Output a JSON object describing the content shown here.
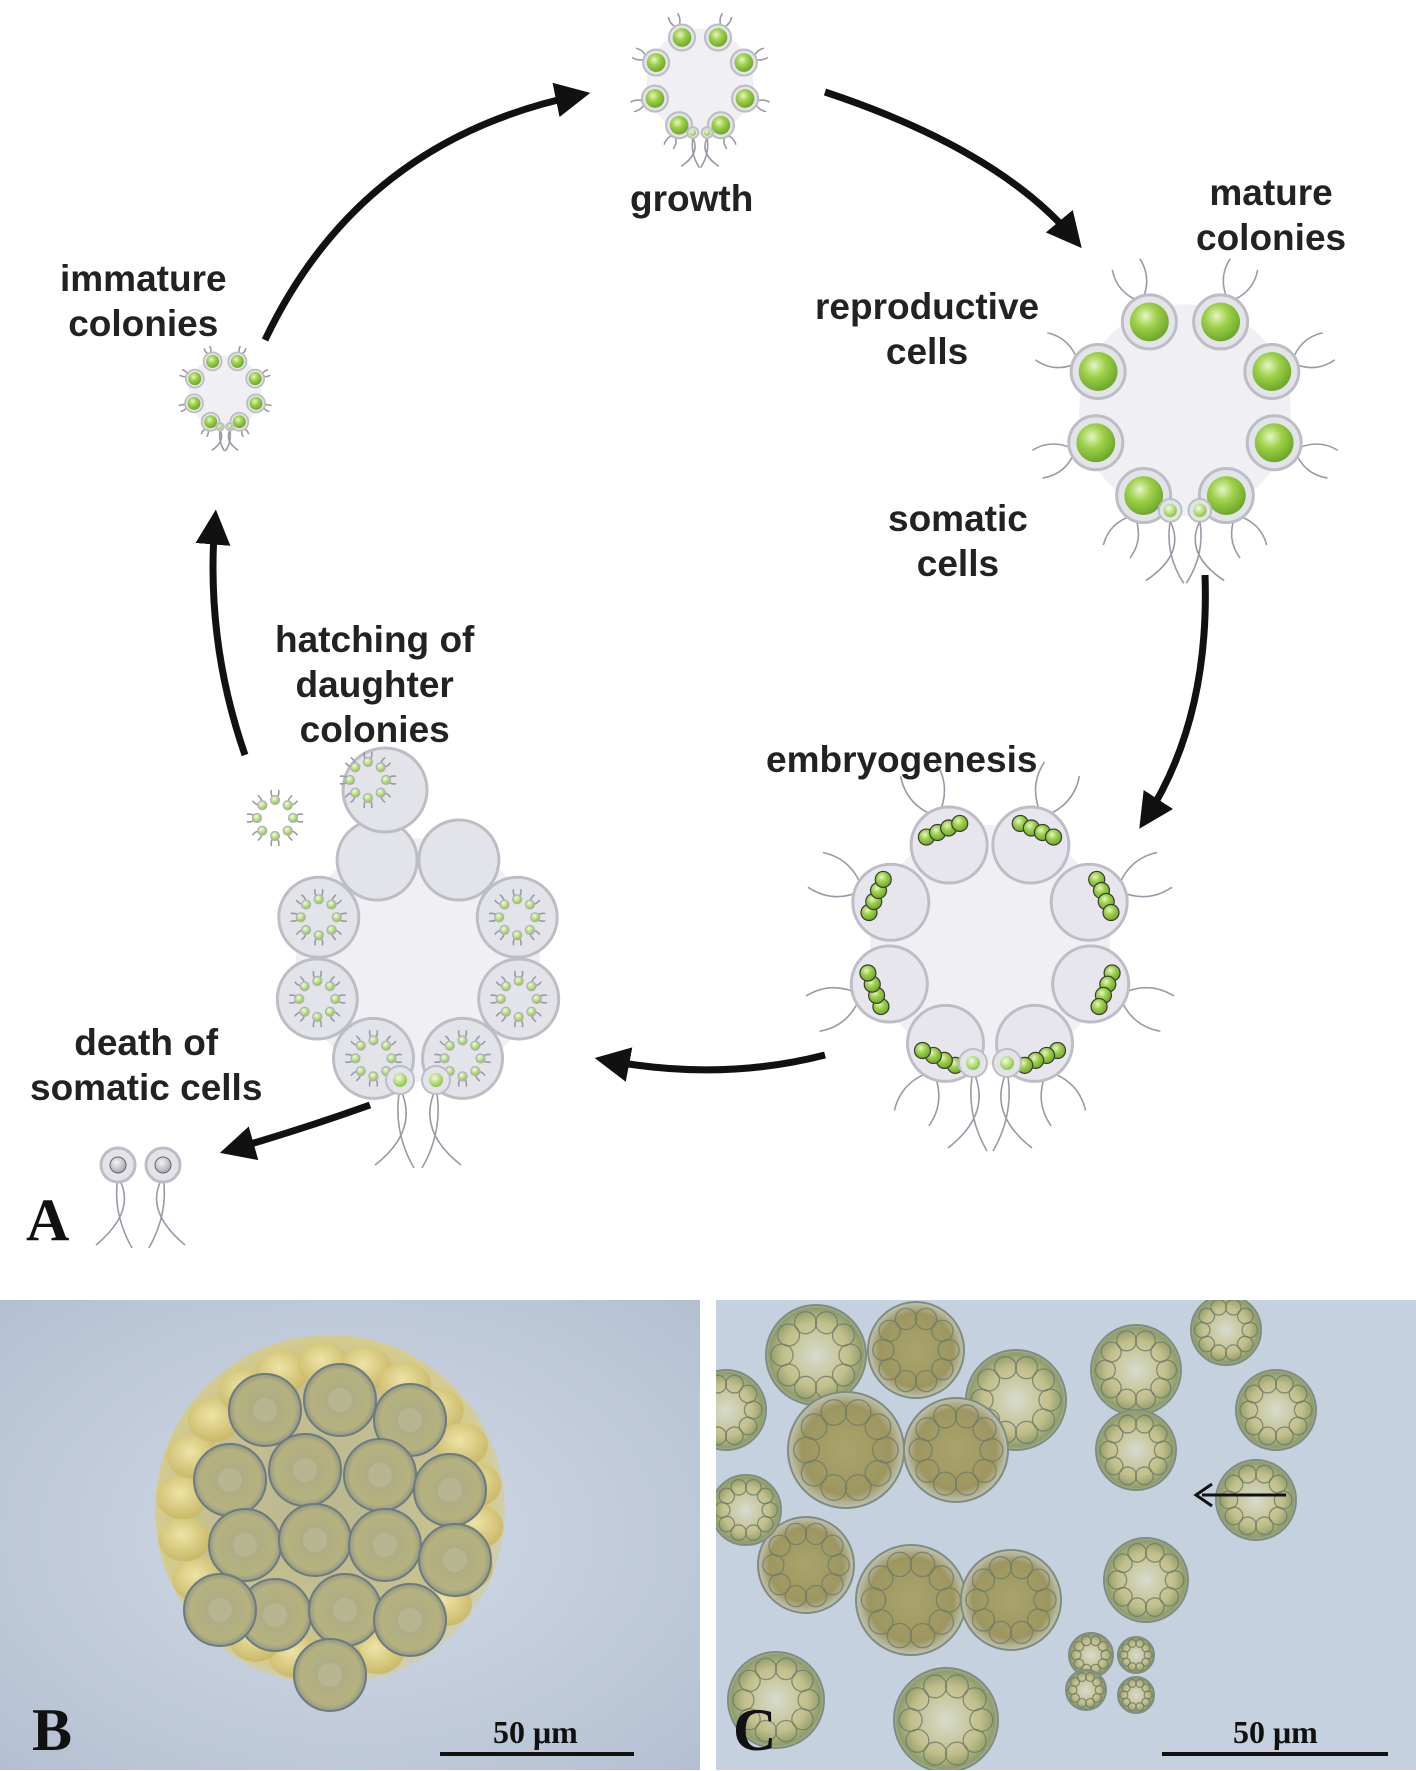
{
  "diagram": {
    "stages": {
      "growth": "growth",
      "mature": [
        "mature",
        "colonies"
      ],
      "reproductive": [
        "reproductive",
        "cells"
      ],
      "somatic": [
        "somatic",
        "cells"
      ],
      "embryogenesis": "embryogenesis",
      "death": [
        "death of",
        "somatic cells"
      ],
      "hatching": [
        "hatching of",
        "daughter",
        "colonies"
      ],
      "immature": [
        "immature",
        "colonies"
      ]
    },
    "colors": {
      "cell_green": "#8cc63f",
      "cell_outline": "#b8b8c0",
      "matrix": "#eeeef3",
      "arrow": "#111111"
    }
  },
  "panels": {
    "A": "A",
    "B": {
      "letter": "B",
      "scale": "50 μm"
    },
    "C": {
      "letter": "C",
      "scale": "50 μm"
    }
  }
}
